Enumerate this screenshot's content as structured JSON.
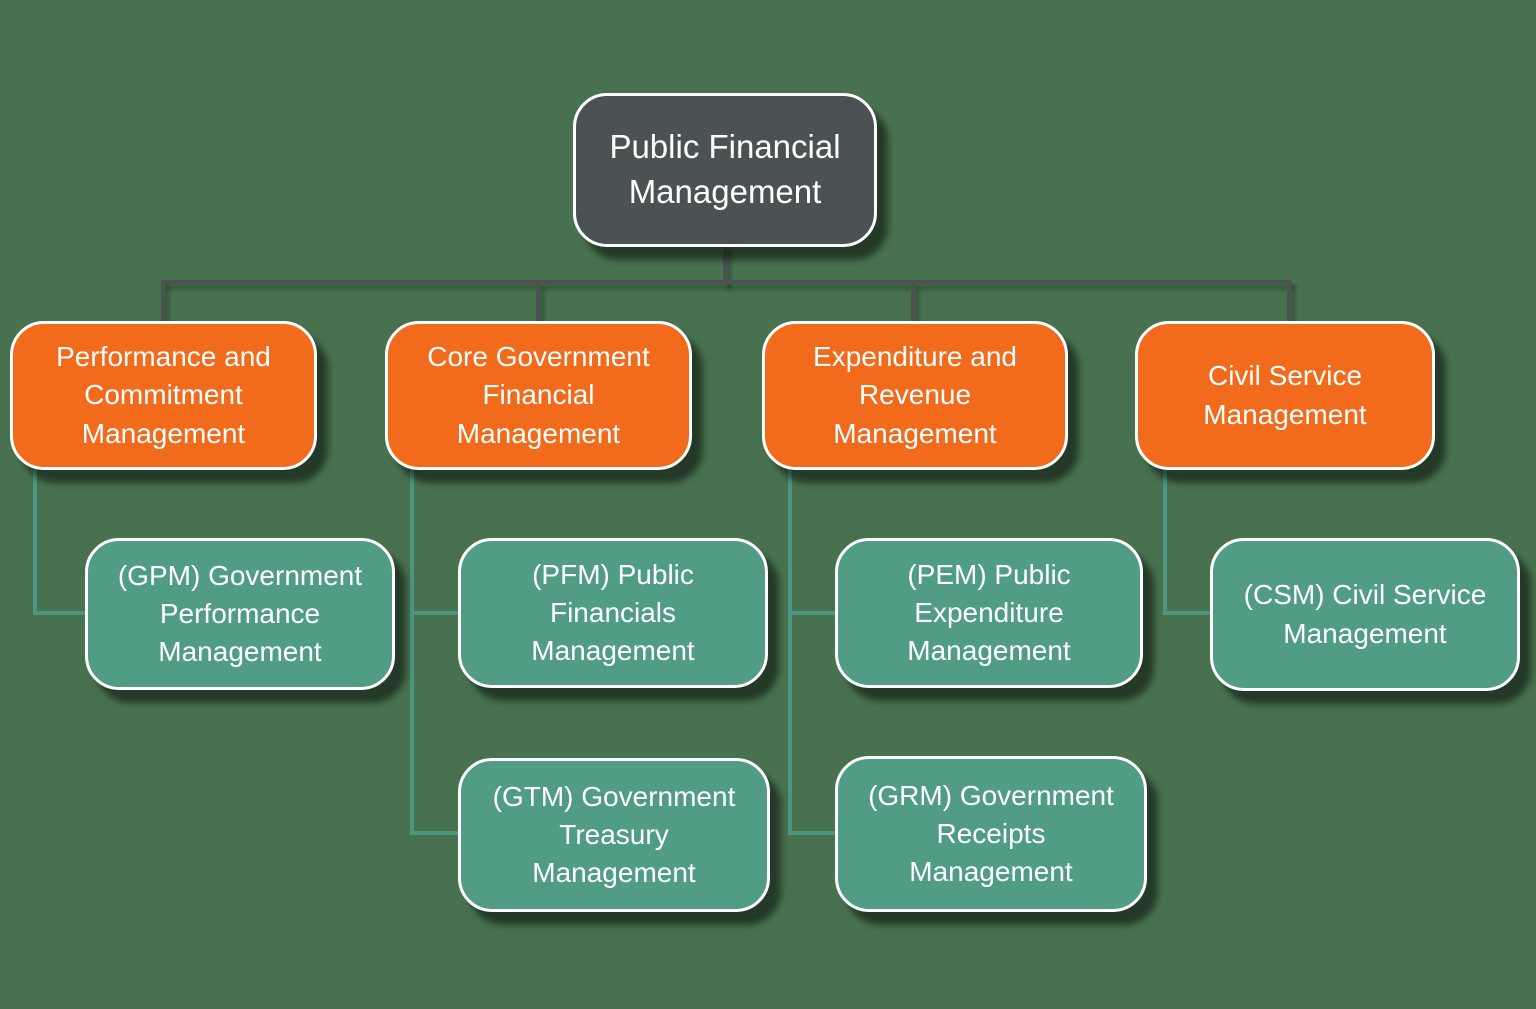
{
  "diagram": {
    "title": "Public Financial Management hierarchy",
    "root": {
      "label": "Public Financial\nManagement"
    },
    "level1": [
      {
        "id": "performance",
        "label": "Performance and\nCommitment\nManagement"
      },
      {
        "id": "core",
        "label": "Core Government\nFinancial\nManagement"
      },
      {
        "id": "expenditure",
        "label": "Expenditure and\nRevenue\nManagement"
      },
      {
        "id": "civil",
        "label": "Civil Service\nManagement"
      }
    ],
    "level2": [
      {
        "id": "gpm",
        "label": "(GPM) Government\nPerformance\nManagement"
      },
      {
        "id": "pfm",
        "label": "(PFM) Public\nFinancials\nManagement"
      },
      {
        "id": "pem",
        "label": "(PEM) Public\nExpenditure\nManagement"
      },
      {
        "id": "csm",
        "label": "(CSM) Civil Service\nManagement"
      },
      {
        "id": "gtm",
        "label": "(GTM) Government\nTreasury\nManagement"
      },
      {
        "id": "grm",
        "label": "(GRM) Government\nReceipts\nManagement"
      }
    ],
    "colors": {
      "background": "#48724F",
      "root_fill": "#4B5254",
      "branch_fill": "#F26A1B",
      "leaf_fill": "#509C85",
      "connector_dark": "#4C5154",
      "connector_teal": "#4C9681",
      "text": "#FFFFFF"
    }
  }
}
